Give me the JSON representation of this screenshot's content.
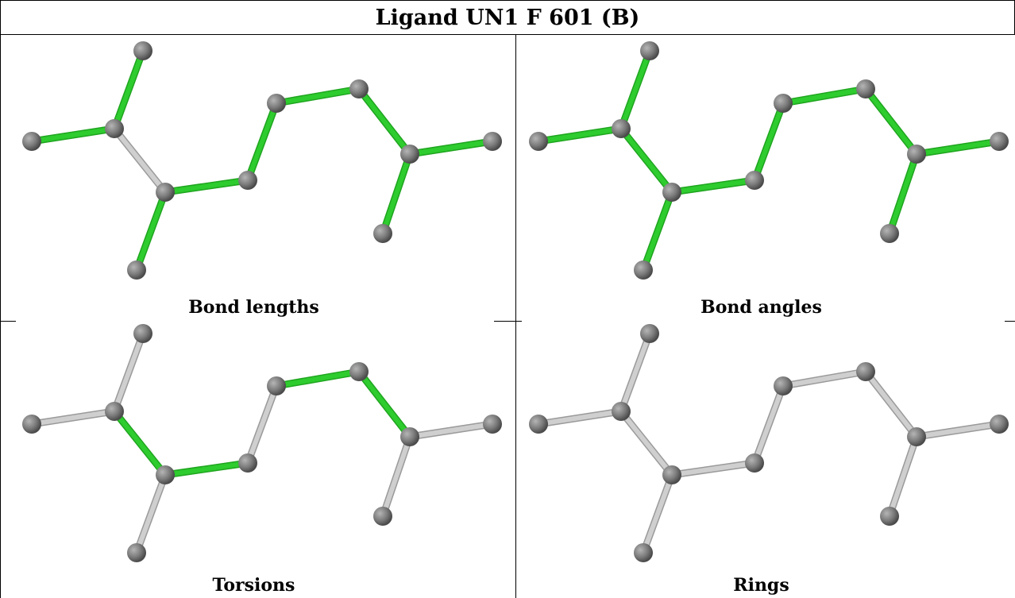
{
  "title": "Ligand UN1 F 601 (B)",
  "colors": {
    "highlight": "#2ecc2e",
    "highlight_edge": "#1fa51f",
    "plain": "#cfcfcf",
    "plain_edge": "#9a9a9a",
    "atom": "#7a7a7a",
    "atom_dark": "#4a4a4a",
    "atom_light": "#b5b5b5"
  },
  "molecule": {
    "atoms": [
      "a1",
      "a2",
      "a3",
      "a4",
      "a5",
      "a6",
      "a7",
      "a8",
      "a9",
      "a10",
      "a11",
      "a12"
    ],
    "bonds": [
      [
        "a1",
        "a2"
      ],
      [
        "a2",
        "a3"
      ],
      [
        "a2",
        "a4"
      ],
      [
        "a4",
        "a5"
      ],
      [
        "a4",
        "a6"
      ],
      [
        "a6",
        "a7"
      ],
      [
        "a7",
        "a8"
      ],
      [
        "a8",
        "a9"
      ],
      [
        "a9",
        "a10"
      ],
      [
        "a10",
        "a11"
      ],
      [
        "a10",
        "a12"
      ]
    ]
  },
  "panels": [
    {
      "caption": "Bond lengths",
      "highlighted_bonds": [
        0,
        1,
        3,
        4,
        5,
        6,
        7,
        8,
        9,
        10
      ]
    },
    {
      "caption": "Bond angles",
      "highlighted_bonds": [
        0,
        1,
        2,
        3,
        4,
        5,
        6,
        7,
        8,
        9,
        10
      ]
    },
    {
      "caption": "Torsions",
      "highlighted_bonds": [
        2,
        4,
        6,
        7,
        8
      ]
    },
    {
      "caption": "Rings",
      "highlighted_bonds": []
    }
  ]
}
